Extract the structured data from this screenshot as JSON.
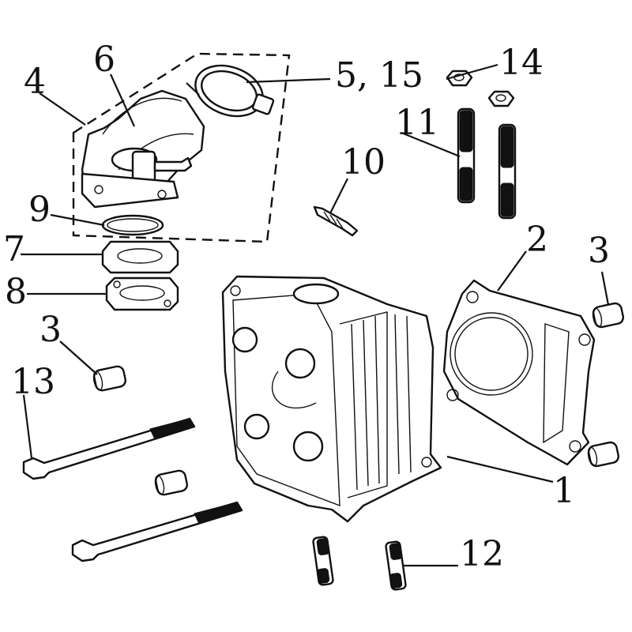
{
  "callouts": {
    "c1": "1",
    "c2": "2",
    "c3a": "3",
    "c3b": "3",
    "c4": "4",
    "c5_15": "5, 15",
    "c6": "6",
    "c7": "7",
    "c8": "8",
    "c9": "9",
    "c10": "10",
    "c11": "11",
    "c12": "12",
    "c13": "13",
    "c14": "14"
  },
  "colors": {
    "ink": "#111111",
    "paper": "#ffffff"
  }
}
